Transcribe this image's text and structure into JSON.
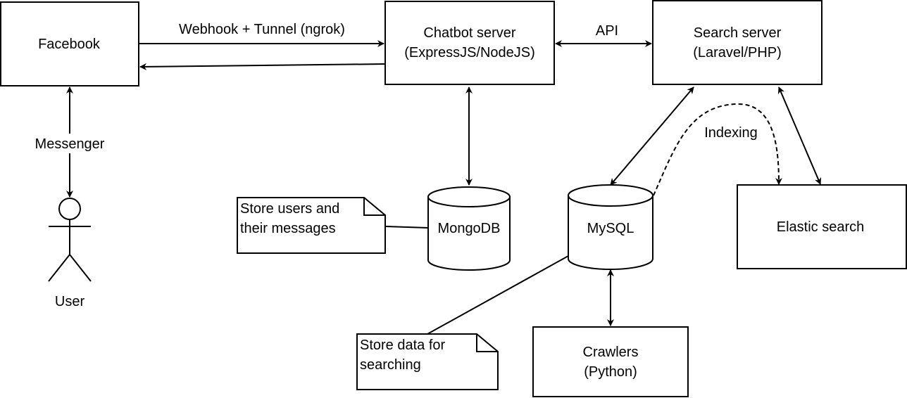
{
  "nodes": {
    "facebook": "Facebook",
    "chatbot": [
      "Chatbot server",
      "(ExpressJS/NodeJS)"
    ],
    "search": [
      "Search server",
      "(Laravel/PHP)"
    ],
    "mongodb": "MongoDB",
    "mysql": "MySQL",
    "elastic": "Elastic search",
    "crawlers": [
      "Crawlers",
      "(Python)"
    ],
    "user": "User"
  },
  "notes": {
    "mongo_note": [
      "Store users and",
      "their messages"
    ],
    "mysql_note": [
      "Store data for",
      "searching"
    ]
  },
  "edges": {
    "webhook": "Webhook + Tunnel (ngrok)",
    "api": "API",
    "messenger": "Messenger",
    "indexing": "Indexing"
  }
}
